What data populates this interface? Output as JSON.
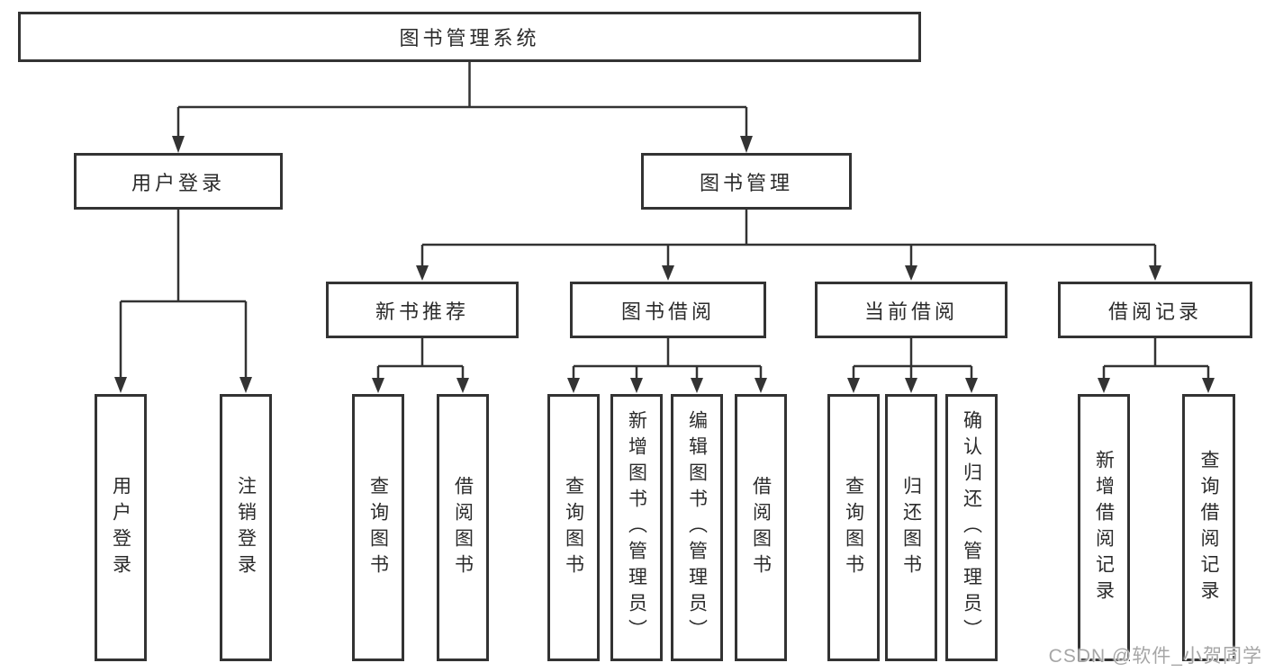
{
  "tree": {
    "root": {
      "label": "图书管理系统"
    },
    "branches": [
      {
        "label": "用户登录",
        "children": [
          {
            "label": "用户登录"
          },
          {
            "label": "注销登录"
          }
        ]
      },
      {
        "label": "图书管理",
        "children": [
          {
            "label": "新书推荐",
            "children": [
              {
                "label": "查询图书"
              },
              {
                "label": "借阅图书"
              }
            ]
          },
          {
            "label": "图书借阅",
            "children": [
              {
                "label": "查询图书"
              },
              {
                "label": "新增图书（管理员）"
              },
              {
                "label": "编辑图书（管理员）"
              },
              {
                "label": "借阅图书"
              }
            ]
          },
          {
            "label": "当前借阅",
            "children": [
              {
                "label": "查询图书"
              },
              {
                "label": "归还图书"
              },
              {
                "label": "确认归还（管理员）"
              }
            ]
          },
          {
            "label": "借阅记录",
            "children": [
              {
                "label": "新增借阅记录"
              },
              {
                "label": "查询借阅记录"
              }
            ]
          }
        ]
      }
    ]
  },
  "watermark": {
    "text": "CSDN @软件_小贺同学"
  },
  "colors": {
    "line": "#333333",
    "box_border": "#333333",
    "text": "#2b2b2b",
    "background": "#ffffff",
    "watermark": "#a6a6a6"
  }
}
